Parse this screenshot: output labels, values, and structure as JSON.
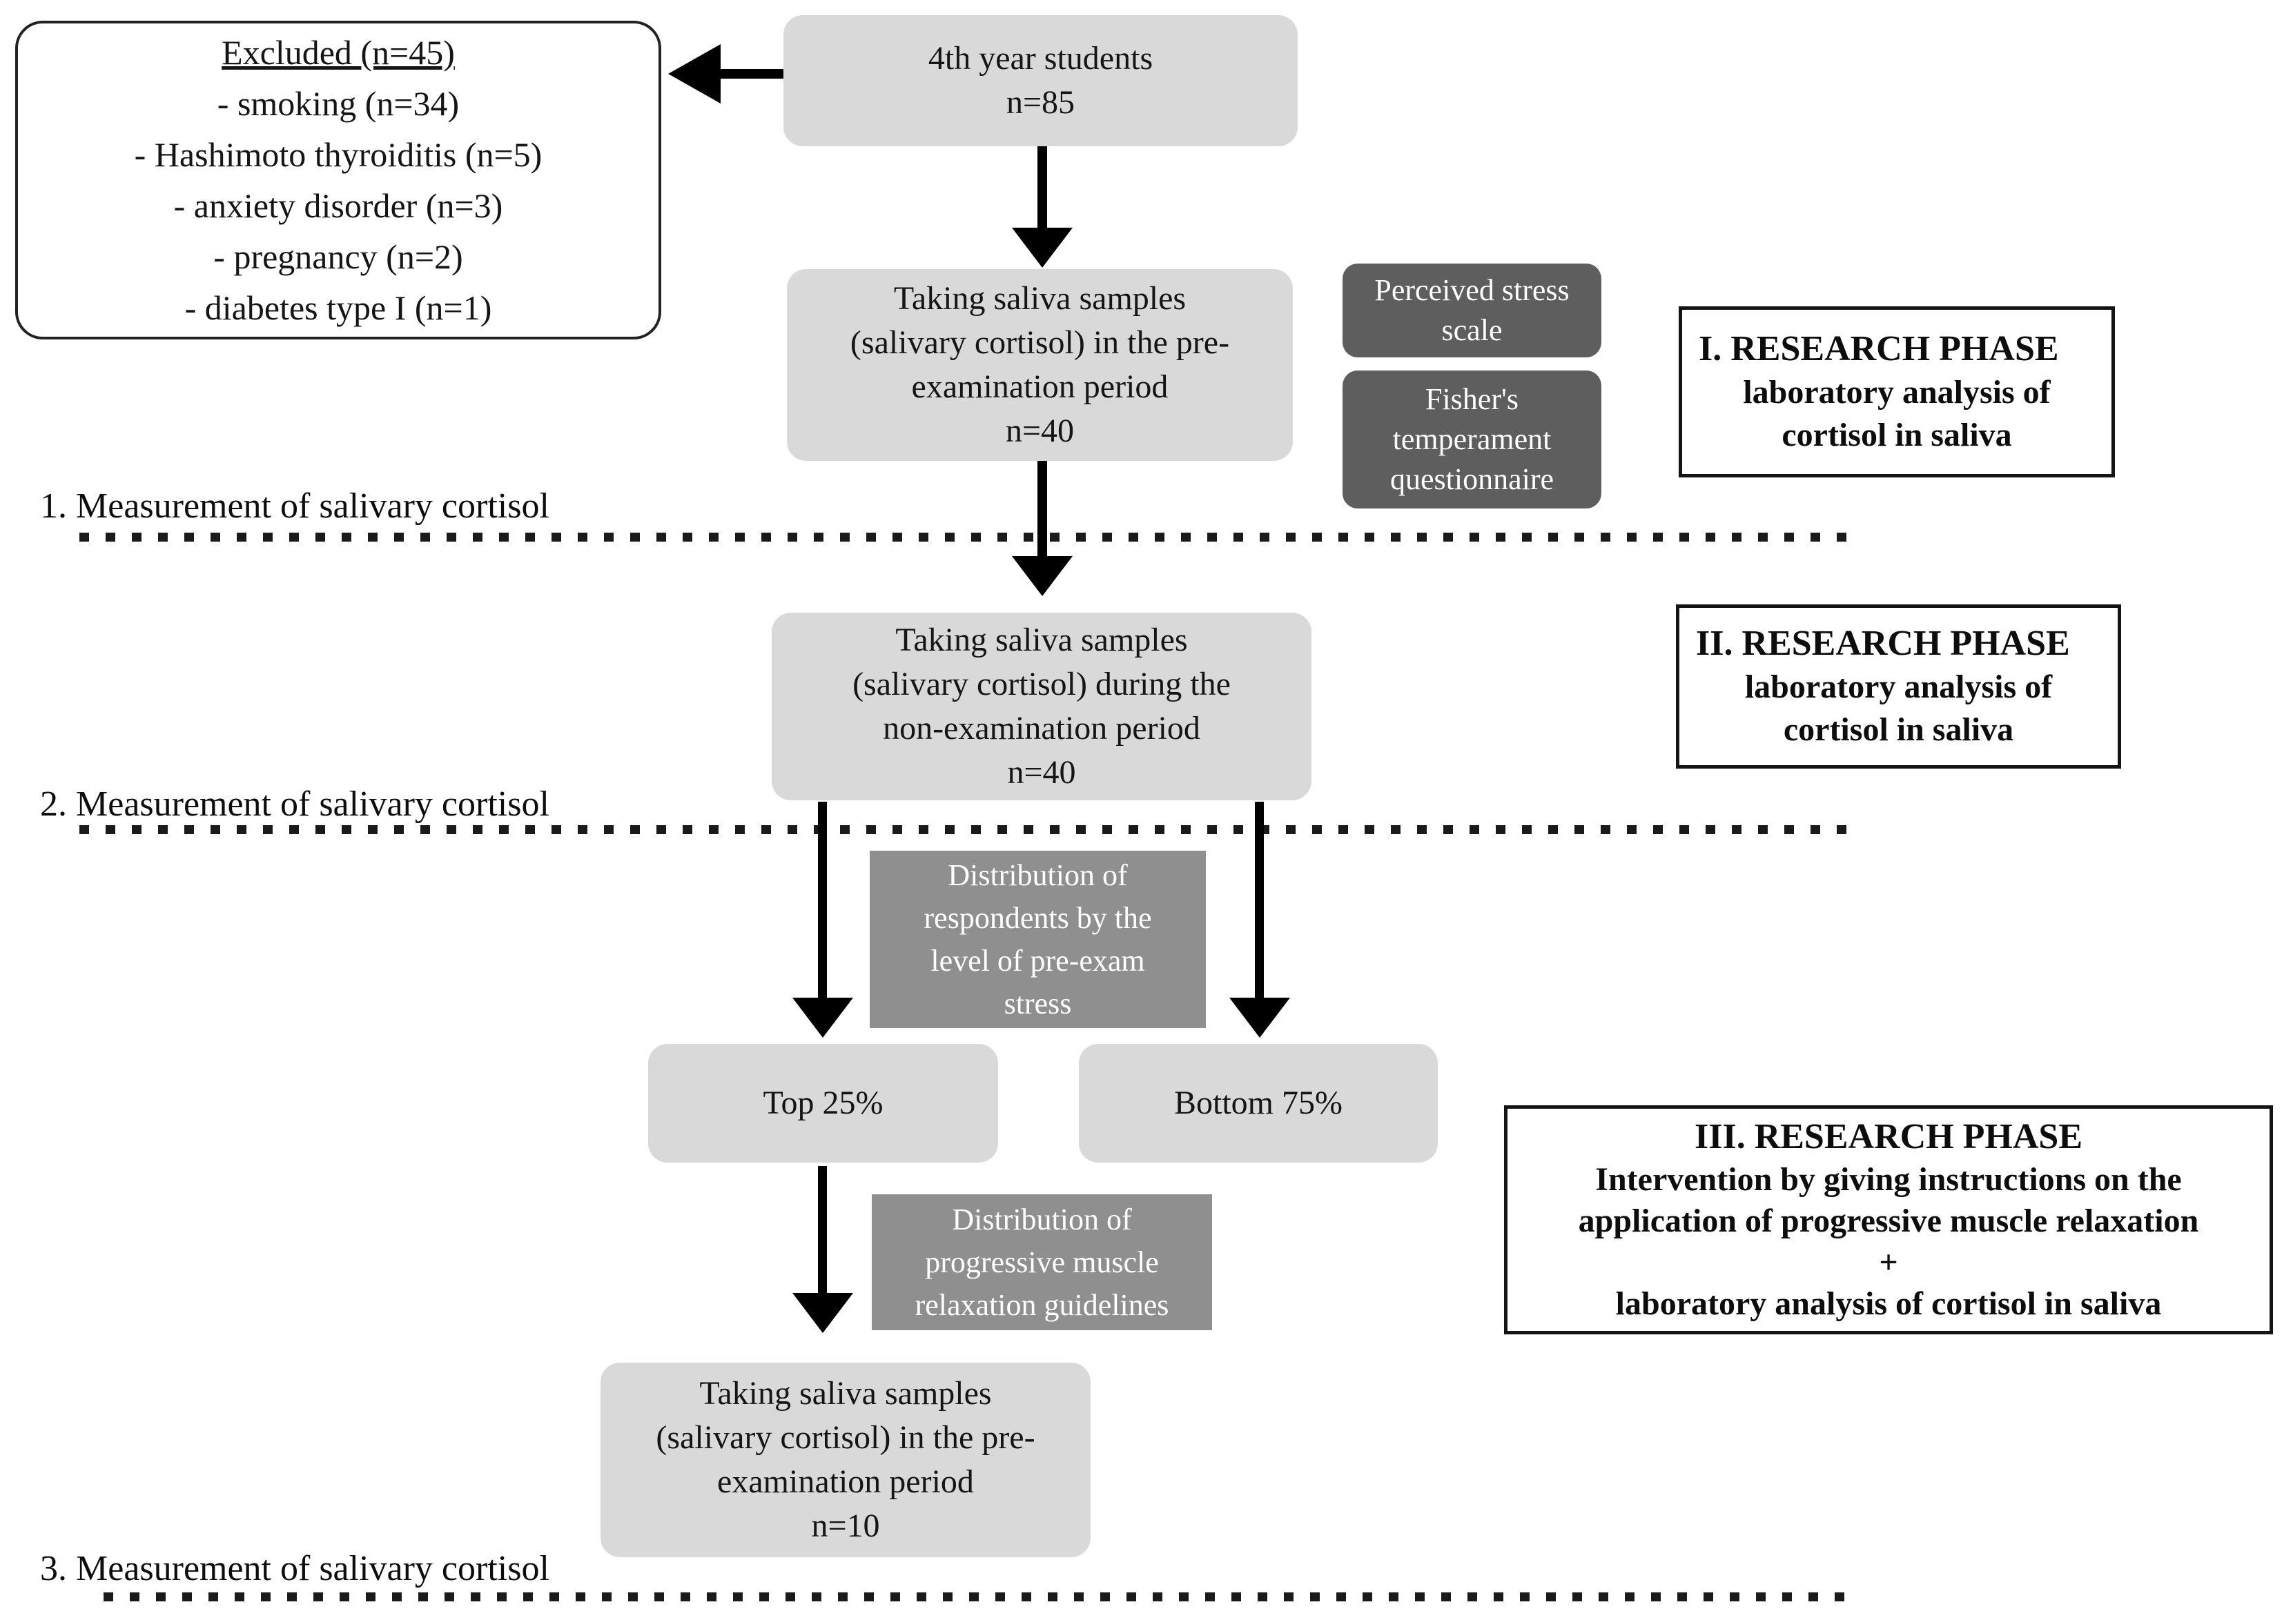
{
  "diagram": {
    "excluded_box": {
      "title": "Excluded (n=45)",
      "items": [
        "- smoking (n=34)",
        "- Hashimoto thyroiditis (n=5)",
        "- anxiety disorder (n=3)",
        "- pregnancy (n=2)",
        "- diabetes type I (n=1)"
      ]
    },
    "students_box": {
      "lines": [
        "4th year students",
        "n=85"
      ]
    },
    "preexam_box": {
      "lines": [
        "Taking saliva samples",
        "(salivary cortisol) in the pre-",
        "examination period",
        "n=40"
      ]
    },
    "pss_box": {
      "lines": [
        "Perceived stress",
        "scale"
      ]
    },
    "fisher_box": {
      "lines": [
        "Fisher's",
        "temperament",
        "questionnaire"
      ]
    },
    "phase1_box": {
      "title": "I. RESEARCH PHASE",
      "body": [
        "laboratory analysis of",
        "cortisol in saliva"
      ]
    },
    "measure1": "1. Measurement of salivary cortisol",
    "nonexam_box": {
      "lines": [
        "Taking saliva samples",
        "(salivary cortisol) during the",
        "non-examination period",
        "n=40"
      ]
    },
    "phase2_box": {
      "title": "II. RESEARCH PHASE",
      "body": [
        "laboratory analysis of",
        "cortisol in saliva"
      ]
    },
    "measure2": "2. Measurement of salivary cortisol",
    "dist_respondents_box": {
      "lines": [
        "Distribution of",
        "respondents by the",
        "level of pre-exam",
        "stress"
      ]
    },
    "top25_box": {
      "label": "Top 25%"
    },
    "bottom75_box": {
      "label": "Bottom 75%"
    },
    "phase3_box": {
      "title": "III. RESEARCH PHASE",
      "body": [
        "Intervention by giving instructions on the",
        "application of progressive muscle relaxation",
        "+",
        "laboratory analysis of cortisol in saliva"
      ]
    },
    "dist_guidelines_box": {
      "lines": [
        "Distribution of",
        "progressive muscle",
        "relaxation guidelines"
      ]
    },
    "final_box": {
      "lines": [
        "Taking saliva samples",
        "(salivary cortisol) in the pre-",
        "examination period",
        "n=10"
      ]
    },
    "measure3": "3. Measurement of salivary cortisol",
    "colors": {
      "light_box": "#d9d9d9",
      "dark_box": "#5e5e5e",
      "medium_box": "#8f8f8f",
      "outline": "#141414",
      "arrow": "#000000",
      "background": "#ffffff"
    }
  }
}
